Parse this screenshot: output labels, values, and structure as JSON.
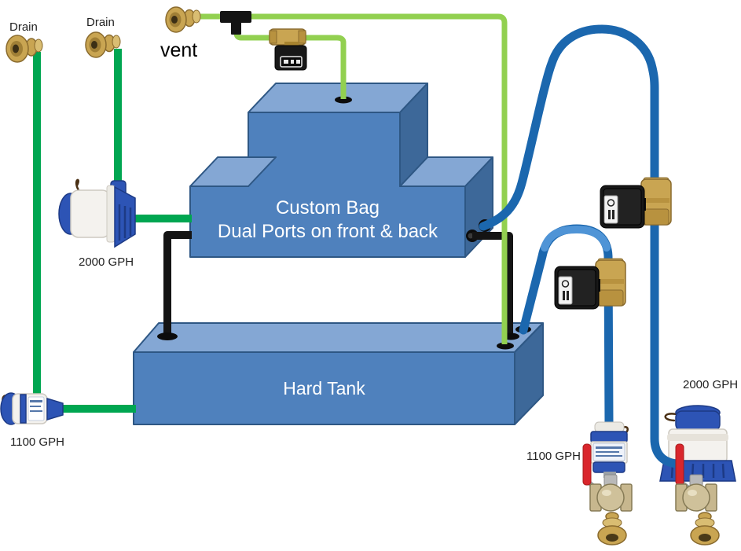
{
  "labels": {
    "drain_1": "Drain",
    "drain_2": "Drain",
    "vent": "vent",
    "custom_bag_line1": "Custom Bag",
    "custom_bag_line2": "Dual Ports on front & back",
    "hard_tank": "Hard Tank",
    "pump_left_2000": "2000 GPH",
    "pump_left_1100": "1100 GPH",
    "pump_right_1100": "1100 GPH",
    "pump_right_2000": "2000 GPH"
  },
  "colors": {
    "drain_hose": "#00a651",
    "vent_hose": "#92d050",
    "ballast_hose": "#1b67ae",
    "ballast_hose_light": "#4f94d6",
    "fill_pipe": "#141414",
    "tank_front": "#4f81bd",
    "tank_top": "#84a7d4",
    "tank_side": "#3d6899",
    "tank_outline": "#2e5784",
    "brass": "#c9a552",
    "valve_handle_red": "#d9262c",
    "pump_blue": "#2d54b5",
    "label_text": "#1f1f1f",
    "tank_label_text": "#ffffff"
  }
}
